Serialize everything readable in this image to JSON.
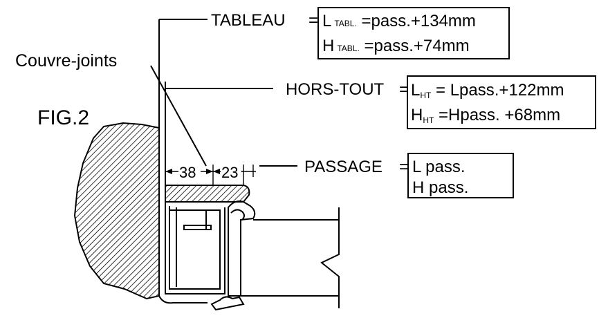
{
  "figure": {
    "label": "FIG.2"
  },
  "callouts": {
    "couvre_joints": "Couvre-joints",
    "tableau": {
      "name": "TABLEAU",
      "eq": "=",
      "width": {
        "sym": "L",
        "sub": "TABL.",
        "expr": " =pass.+134mm"
      },
      "height": {
        "sym": "H",
        "sub": "TABL.",
        "expr": " =pass.+74mm"
      }
    },
    "hors_tout": {
      "name": "HORS-TOUT",
      "eq": "=",
      "width": {
        "sym": "L",
        "sub": "HT",
        "expr": " = Lpass.+122mm"
      },
      "height": {
        "sym": "H",
        "sub": "HT",
        "expr": " =Hpass. +68mm"
      }
    },
    "passage": {
      "name": "PASSAGE",
      "eq": "=",
      "width": "L pass.",
      "height": "H pass."
    }
  },
  "dimensions": {
    "left": "38",
    "right": "23"
  }
}
